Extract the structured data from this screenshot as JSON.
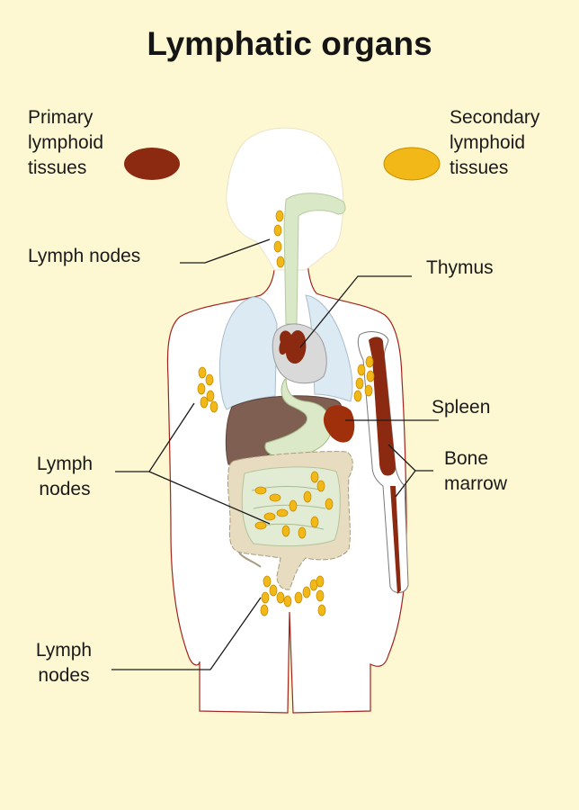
{
  "title": "Lymphatic organs",
  "legend": {
    "primary": {
      "lines": [
        "Primary",
        "lymphoid",
        "tissues"
      ],
      "color": "#8b2a10"
    },
    "secondary": {
      "lines": [
        "Secondary",
        "lymphoid",
        "tissues"
      ],
      "color": "#f2b817"
    }
  },
  "labels": {
    "lymph_nodes_neck": "Lymph nodes",
    "thymus": "Thymus",
    "spleen": "Spleen",
    "bone_marrow": [
      "Bone",
      "marrow"
    ],
    "lymph_nodes_armpit": [
      "Lymph",
      "nodes"
    ],
    "lymph_nodes_groin": [
      "Lymph",
      "nodes"
    ]
  }
}
